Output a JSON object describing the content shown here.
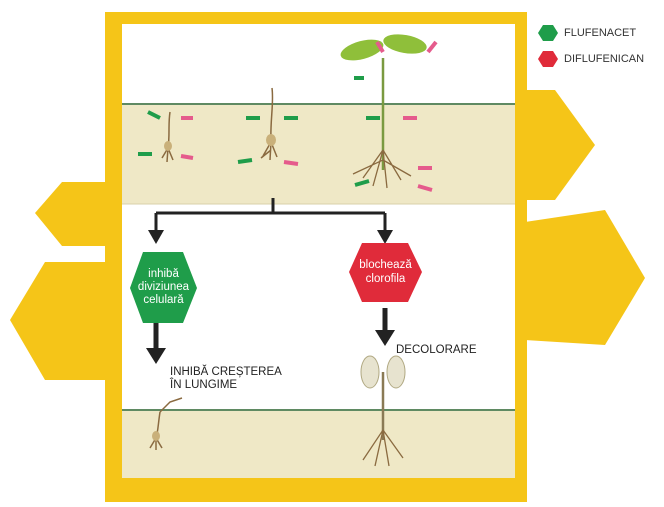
{
  "legend": {
    "items": [
      {
        "label": "FLUFENACET",
        "color": "#1f9d4a",
        "icon": "green-hexagon-icon"
      },
      {
        "label": "DIFLUFENICAN",
        "color": "#e02b3a",
        "icon": "red-hexagon-icon"
      }
    ]
  },
  "flufenacet_box": {
    "text": "inhibă\ndiviziunea\ncelulară",
    "color": "#1f9d4a"
  },
  "diflufenican_box": {
    "text": "blochează\nclorofila",
    "color": "#e02b3a"
  },
  "effect_left": "INHIBĂ CREȘTEREA\nÎN LUNGIME",
  "effect_right": "DECOLORARE",
  "colors": {
    "frame": "#f5c518",
    "soil": "#efe8c6",
    "ground_line": "#5f8a62",
    "arrow": "#222222"
  }
}
